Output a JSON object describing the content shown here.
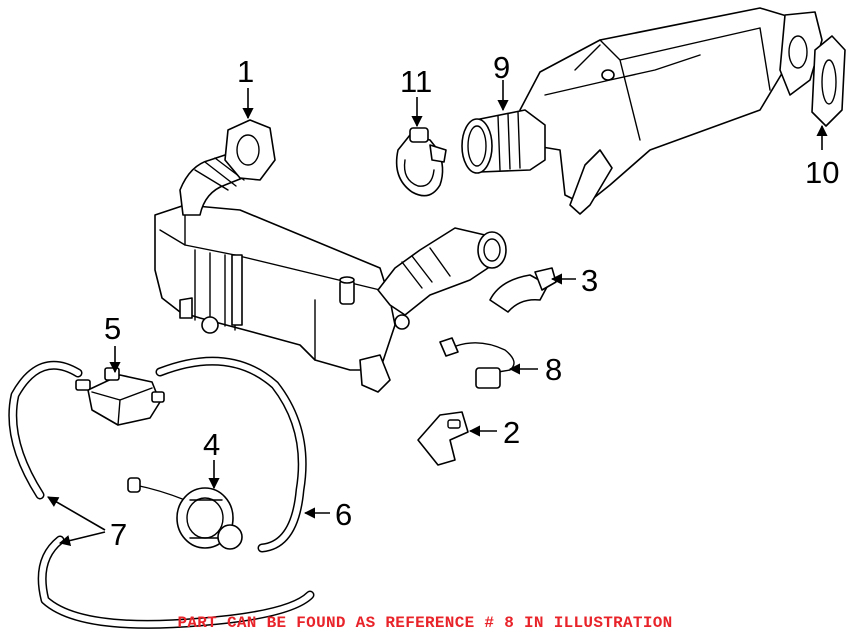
{
  "callouts": {
    "c1": "1",
    "c2": "2",
    "c3": "3",
    "c4": "4",
    "c5": "5",
    "c6": "6",
    "c7": "7",
    "c8": "8",
    "c9": "9",
    "c10": "10",
    "c11": "11"
  },
  "note": "PART CAN BE FOUND AS REFERENCE # 8 IN ILLUSTRATION",
  "colors": {
    "note": "#e8242a",
    "line": "#000000",
    "background": "#ffffff"
  }
}
